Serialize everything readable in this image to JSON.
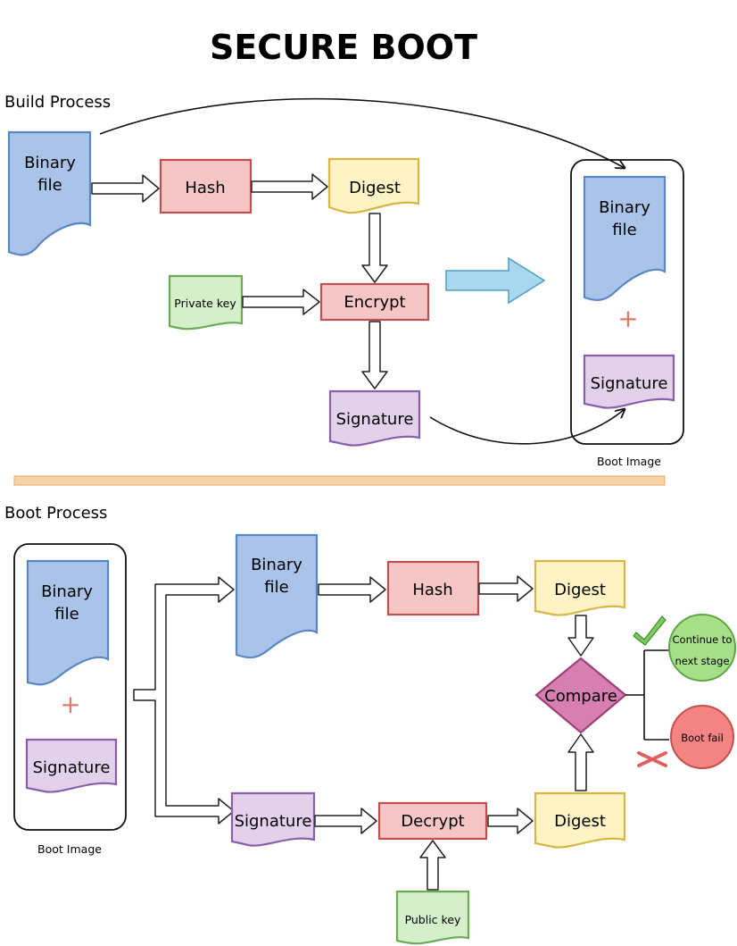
{
  "title": "SECURE BOOT",
  "build": {
    "section_label": "Build Process",
    "binary_file": [
      "Binary",
      "file"
    ],
    "hash": "Hash",
    "digest": "Digest",
    "private_key": "Private key",
    "encrypt": "Encrypt",
    "signature": "Signature",
    "image_binary_file": [
      "Binary",
      "file"
    ],
    "image_plus": "+",
    "image_signature": "Signature",
    "image_caption": "Boot Image"
  },
  "boot": {
    "section_label": "Boot Process",
    "image_binary_file": [
      "Binary",
      "file"
    ],
    "image_plus": "+",
    "image_signature": "Signature",
    "image_caption": "Boot Image",
    "binary_file": [
      "Binary",
      "file"
    ],
    "hash": "Hash",
    "digest_top": "Digest",
    "compare": "Compare",
    "signature": "Signature",
    "decrypt": "Decrypt",
    "digest_bottom": "Digest",
    "public_key": "Public key",
    "continue": [
      "Continue to",
      "next stage"
    ],
    "boot_fail": "Boot fail"
  },
  "colors": {
    "blue": "#a9c4e8",
    "red": "#f6c6c6",
    "yellow": "#fdf3c4",
    "green": "#d4efc9",
    "purple": "#e3d1ec",
    "compare": "#d77fb0",
    "divider": "#f9d3a8",
    "big_arrow": "#a8d8ee"
  }
}
